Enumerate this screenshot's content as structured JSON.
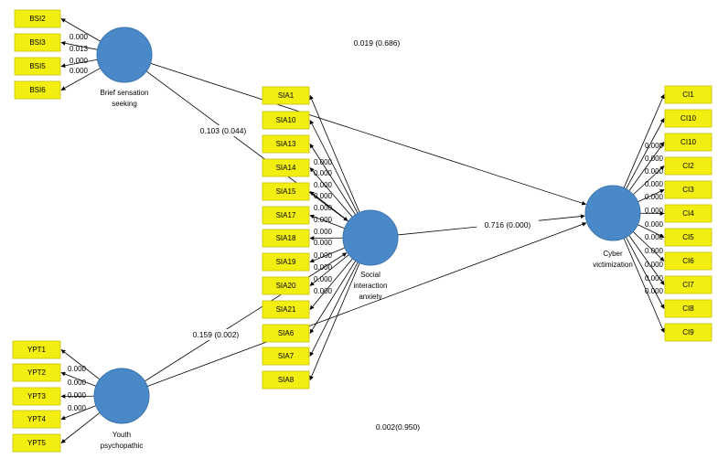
{
  "latents": {
    "bss": {
      "label_lines": [
        "Brief sensation",
        "seeking"
      ]
    },
    "sia": {
      "label_lines": [
        "Social",
        "interaction",
        "anxiety"
      ]
    },
    "cv": {
      "label_lines": [
        "Cyber",
        "victimization"
      ]
    },
    "yp": {
      "label_lines": [
        "Youth",
        "psychopathic"
      ]
    }
  },
  "indicators": {
    "bss": [
      "BSI2",
      "BSI3",
      "BSI5",
      "BSI6"
    ],
    "sia": [
      "SIA1",
      "SIA10",
      "SIA13",
      "SIA14",
      "SIA15",
      "SIA17",
      "SIA18",
      "SIA19",
      "SIA20",
      "SIA21",
      "SIA6",
      "SIA7",
      "SIA8"
    ],
    "cv": [
      "CI1",
      "CI10",
      "CI10",
      "CI2",
      "CI3",
      "CI4",
      "CI5",
      "CI6",
      "CI7",
      "CI8",
      "CI9"
    ],
    "yp": [
      "YPT1",
      "YPT2",
      "YPT3",
      "YPT4",
      "YPT5"
    ]
  },
  "loadings": {
    "bss": [
      "0.000",
      "0.013",
      "0.000",
      "0.000"
    ],
    "sia": [
      "0.000",
      "0.000",
      "0.000",
      "0.000",
      "0.000",
      "0.000",
      "0.000",
      "0.000",
      "0.000",
      "0.000",
      "0.000",
      "0.000"
    ],
    "cv": [
      "0.000",
      "0.000",
      "0.000",
      "0.000",
      "0.000",
      "0.000",
      "0.000",
      "0.000",
      "0.000",
      "0.000",
      "0.000",
      "0.000"
    ],
    "yp": [
      "0.000",
      "0.000",
      "0.000",
      "0.000"
    ]
  },
  "paths": [
    {
      "from": "bss",
      "to": "cv",
      "label": "0.019 (0.686)"
    },
    {
      "from": "bss",
      "to": "sia",
      "label": "0.103 (0.044)"
    },
    {
      "from": "sia",
      "to": "cv",
      "label": "0.716 (0.000)"
    },
    {
      "from": "yp",
      "to": "sia",
      "label": "0.159 (0.002)"
    },
    {
      "from": "yp",
      "to": "cv",
      "label": "0.002(0.950)"
    }
  ],
  "colors": {
    "latent_fill": "#4a89c8",
    "indicator_fill": "#f2ee12",
    "line": "#000000"
  }
}
